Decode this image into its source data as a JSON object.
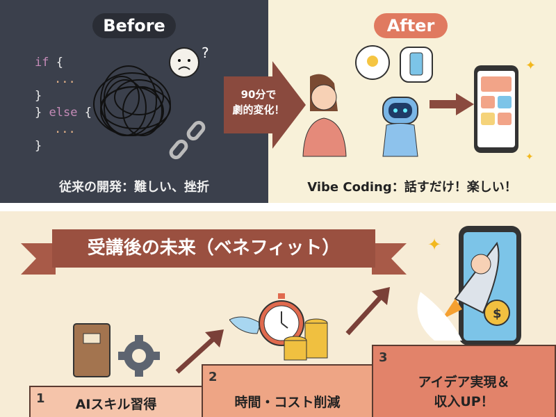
{
  "before": {
    "label": "Before",
    "code": [
      "if",
      "{",
      "...",
      "}",
      "}",
      "else",
      "{",
      "...",
      "}"
    ],
    "caption": "従来の開発：難しい、挫折"
  },
  "transition": {
    "line1": "90分で",
    "line2": "劇的変化！"
  },
  "after": {
    "label": "After",
    "caption": "Vibe Coding：話すだけ！楽しい！"
  },
  "benefits": {
    "title": "受講後の未来（ベネフィット）",
    "steps": [
      {
        "number": "1",
        "text": "AIスキル習得"
      },
      {
        "number": "2",
        "text": "時間・コスト削減"
      },
      {
        "number": "3",
        "line1": "アイデア実現＆",
        "line2": "収入UP！"
      }
    ]
  },
  "colors": {
    "dark": "#3b404c",
    "cream": "#f8f1d9",
    "brown": "#8a4a3e",
    "accent": "#e07a60"
  }
}
